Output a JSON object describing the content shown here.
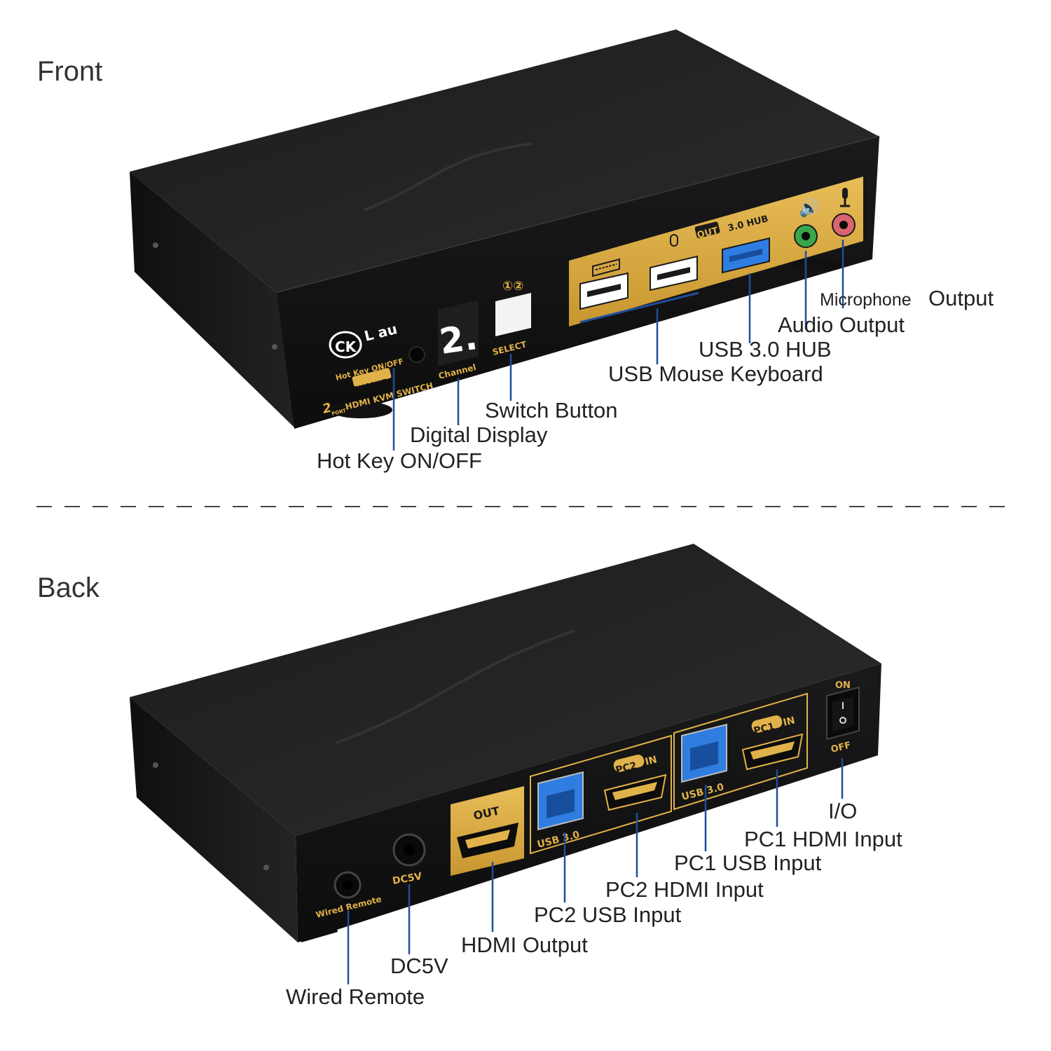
{
  "front": {
    "title": "Front",
    "device": {
      "logo_ck": "CK",
      "logo_lau": "L au",
      "hotkey_label": "Hot Key ON/OFF",
      "spec_badge": "8K60HZ",
      "model_line": "HDMI KVM SWITCH",
      "port_count": "2",
      "port_word": "PORT",
      "display_digit": "2.",
      "channel_label": "Channel",
      "select_label": "SELECT",
      "channel_numbers": "①②",
      "out_badge": "OUT",
      "hub_label": "3.0 HUB"
    },
    "callouts": {
      "microphone": "Microphone",
      "microphone_output": "Output",
      "audio_output": "Audio Output",
      "usb_hub": "USB 3.0 HUB",
      "usb_mouse_keyboard": "USB Mouse Keyboard",
      "switch_button": "Switch Button",
      "digital_display": "Digital Display",
      "hot_key": "Hot Key ON/OFF"
    }
  },
  "back": {
    "title": "Back",
    "device": {
      "out_label": "OUT",
      "pc2_badge": "PC2",
      "pc1_badge": "PC1",
      "in_label": "IN",
      "usb30_label": "USB 3.0",
      "dc_label": "DC5V",
      "wired_remote_label": "Wired Remote",
      "switch_on": "ON",
      "switch_off": "OFF"
    },
    "callouts": {
      "io": "I/O",
      "pc1_hdmi": "PC1 HDMI Input",
      "pc1_usb": "PC1 USB Input",
      "pc2_hdmi": "PC2 HDMI Input",
      "pc2_usb": "PC2 USB Input",
      "hdmi_output": "HDMI Output",
      "dc5v": "DC5V",
      "wired_remote": "Wired Remote"
    }
  },
  "colors": {
    "panel_gold": "#e2b24a",
    "leader_blue": "#1f4e9c",
    "usb3_blue": "#2f7de0",
    "audio_green": "#3aa64a",
    "mic_pink": "#d9646f"
  }
}
